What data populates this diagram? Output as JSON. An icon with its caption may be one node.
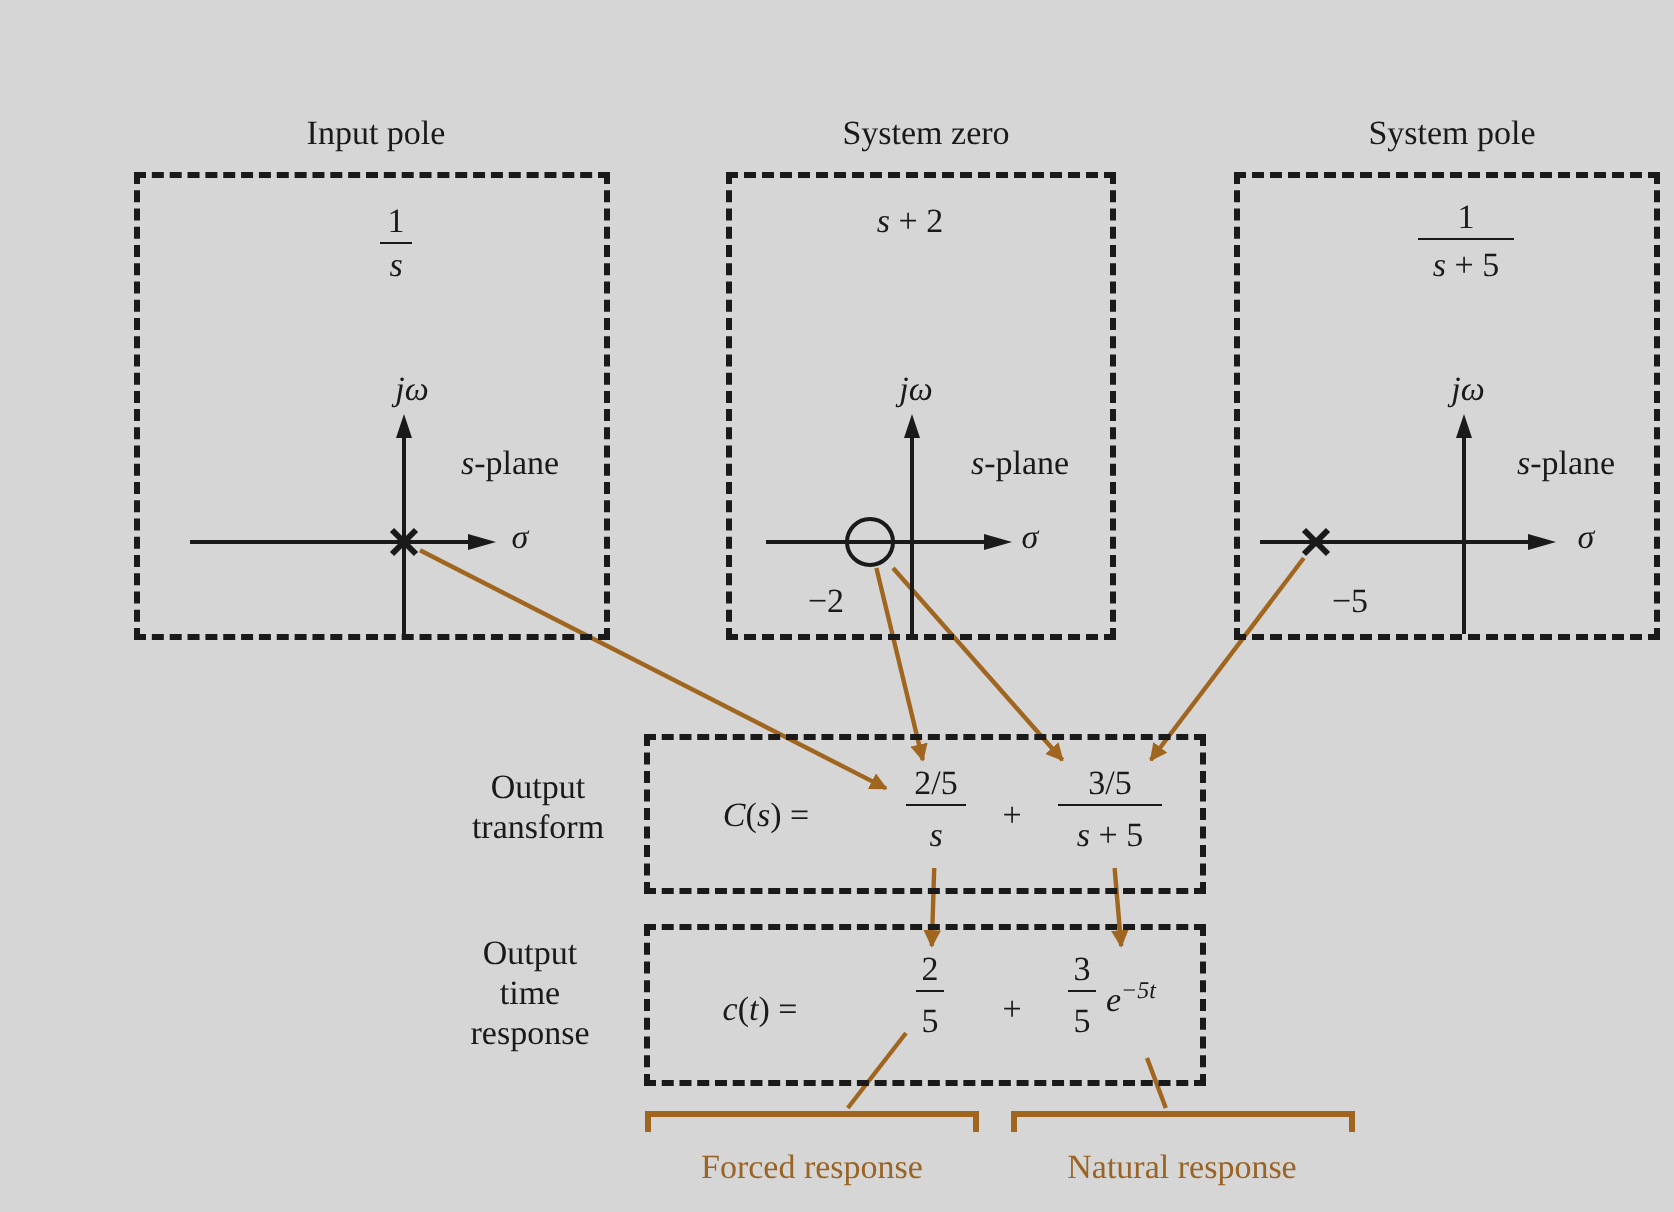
{
  "diagram": {
    "nodes": [
      {
        "text": [
          "Input pole",
          "1",
          "s",
          "jω",
          "*s*-plane",
          "σ"
        ]
      },
      {
        "text": [],
        "shape": "cross",
        "in": 0
      },
      {
        "text": [
          "System zero",
          "*s* + 2",
          "jω",
          "*s*-plane",
          "σ",
          "−2"
        ]
      },
      {
        "text": [],
        "shape": "circle",
        "in": 2
      },
      {
        "text": [
          "System pole",
          "1",
          "*s* + 5",
          "jω",
          "*s*-plane",
          "σ",
          "−5"
        ]
      },
      {
        "text": [],
        "shape": "cross",
        "in": 4
      },
      {
        "text": [
          "Output transform",
          "*C*(*s*) =",
          "+"
        ]
      },
      {
        "text": [
          "2/5",
          "s"
        ],
        "in": 6
      },
      {
        "text": [
          "3/5",
          "*s* + 5"
        ],
        "in": 6
      },
      {
        "text": [
          "Output time response",
          "*c*(*t*) =",
          "+"
        ]
      },
      {
        "text": [
          "2",
          "5"
        ],
        "in": 9
      },
      {
        "text": [
          "3",
          "5",
          "*e*$^{−5t}$"
        ],
        "in": 9
      },
      {
        "text": [
          "Forced response"
        ]
      },
      {
        "text": [
          "Natural response"
        ]
      }
    ],
    "edges": [
      {
        "from": 1,
        "to": 7,
        "arrow": "to"
      },
      {
        "from": 3,
        "to": 7,
        "arrow": "to"
      },
      {
        "from": 3,
        "to": 8,
        "arrow": "to"
      },
      {
        "from": 5,
        "to": 8,
        "arrow": "to"
      },
      {
        "from": 7,
        "to": 10,
        "arrow": "to"
      },
      {
        "from": 8,
        "to": 11,
        "arrow": "to"
      },
      {
        "from": 12,
        "to": 10,
        "arrow": "none"
      },
      {
        "from": 13,
        "to": 11,
        "arrow": "none"
      }
    ]
  }
}
